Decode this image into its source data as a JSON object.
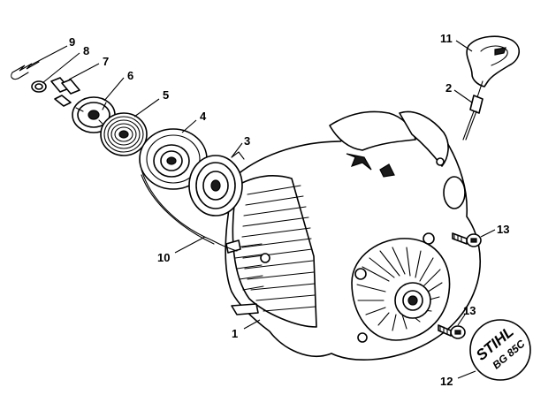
{
  "callouts": {
    "c1": "1",
    "c2": "2",
    "c3": "3",
    "c4": "4",
    "c5": "5",
    "c6": "6",
    "c7": "7",
    "c8": "8",
    "c9": "9",
    "c10": "10",
    "c11": "11",
    "c12": "12",
    "c13a": "13",
    "c13b": "13"
  },
  "badge": {
    "brand": "STIHL",
    "model": "BG 85C"
  },
  "colors": {
    "line": "#000000",
    "fill": "#ffffff",
    "shadow": "#1a1a1a"
  }
}
